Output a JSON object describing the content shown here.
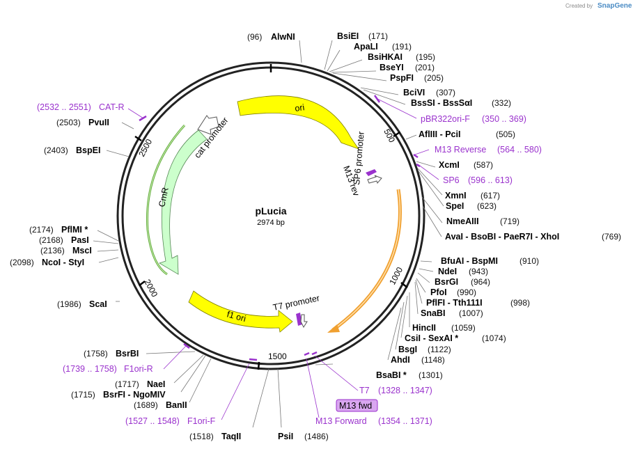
{
  "credit": {
    "created_by": "Created by",
    "brand": "SnapGene"
  },
  "plasmid": {
    "name": "pLucia",
    "size": "2974 bp"
  },
  "ticks": [
    "500",
    "1000",
    "1500",
    "2000",
    "2500"
  ],
  "features": {
    "ori": "ori",
    "cat_promoter": "cat promoter",
    "cmr": "CmR",
    "f1_ori": "f1 ori",
    "t7_promoter": "T7 promoter",
    "sp6_promoter": "SP6 promoter",
    "m13_rev": "M13 rev",
    "m13_fwd": "M13 fwd"
  },
  "sites": [
    {
      "name": "AlwNI",
      "pos": "(96)"
    },
    {
      "name": "BsiEI",
      "pos": "(171)"
    },
    {
      "name": "ApaLI",
      "pos": "(191)"
    },
    {
      "name": "BsiHKAI",
      "pos": "(195)"
    },
    {
      "name": "BseYI",
      "pos": "(201)"
    },
    {
      "name": "PspFI",
      "pos": "(205)"
    },
    {
      "name": "BciVI",
      "pos": "(307)"
    },
    {
      "name": "BssSI",
      "name2": "BssSαI",
      "pos": "(332)"
    },
    {
      "name": "AflIII",
      "name2": "PciI",
      "pos": "(505)"
    },
    {
      "name": "XcmI",
      "pos": "(587)"
    },
    {
      "name": "XmnI",
      "pos": "(617)"
    },
    {
      "name": "SpeI",
      "pos": "(623)"
    },
    {
      "name": "NmeAIII",
      "pos": "(719)"
    },
    {
      "name": "AvaI",
      "name2": "BsoBI",
      "name3": "PaeR7I",
      "name4": "XhoI",
      "pos": "(769)"
    },
    {
      "name": "BfuAI",
      "name2": "BspMI",
      "pos": "(910)"
    },
    {
      "name": "NdeI",
      "pos": "(943)"
    },
    {
      "name": "BsrGI",
      "pos": "(964)"
    },
    {
      "name": "PfoI",
      "pos": "(990)"
    },
    {
      "name": "PflFI",
      "name2": "Tth111I",
      "pos": "(998)"
    },
    {
      "name": "SnaBI",
      "pos": "(1007)"
    },
    {
      "name": "HincII",
      "pos": "(1059)"
    },
    {
      "name": "CsiI",
      "name2": "SexAI *",
      "pos": "(1074)"
    },
    {
      "name": "BsgI",
      "pos": "(1122)"
    },
    {
      "name": "AhdI",
      "pos": "(1148)"
    },
    {
      "name": "BsaBI *",
      "pos": "(1301)"
    },
    {
      "name": "PsiI",
      "pos": "(1486)"
    },
    {
      "name": "TaqII",
      "pos": "(1518)"
    },
    {
      "name": "BanII",
      "pos": "(1689)"
    },
    {
      "name": "BsrFI",
      "name2": "NgoMIV",
      "pos": "(1715)"
    },
    {
      "name": "NaeI",
      "pos": "(1717)"
    },
    {
      "name": "BsrBI",
      "pos": "(1758)"
    },
    {
      "name": "ScaI",
      "pos": "(1986)"
    },
    {
      "name": "NcoI",
      "name2": "StyI",
      "pos": "(2098)"
    },
    {
      "name": "MscI",
      "pos": "(2136)"
    },
    {
      "name": "PasI",
      "pos": "(2168)"
    },
    {
      "name": "PflMI *",
      "pos": "(2174)"
    },
    {
      "name": "BspEI",
      "pos": "(2403)"
    },
    {
      "name": "PvuII",
      "pos": "(2503)"
    }
  ],
  "primers": [
    {
      "name": "pBR322ori-F",
      "range": "(350 .. 369)"
    },
    {
      "name": "M13 Reverse",
      "range": "(564 .. 580)"
    },
    {
      "name": "SP6",
      "range": "(596 .. 613)"
    },
    {
      "name": "T7",
      "range": "(1328 .. 1347)"
    },
    {
      "name": "M13 Forward",
      "range": "(1354 .. 1371)"
    },
    {
      "name": "F1ori-F",
      "range": "(1527 .. 1548)"
    },
    {
      "name": "F1ori-R",
      "range": "(1739 .. 1758)"
    },
    {
      "name": "CAT-R",
      "range": "(2532 .. 2551)"
    }
  ],
  "colors": {
    "backbone": "#222222",
    "ori": "#ffff00",
    "cmr": "#ccffcc",
    "orange_feature": "#f0a030",
    "primer": "#9a32cd",
    "primer_label_bg": "#d9a6f0"
  }
}
